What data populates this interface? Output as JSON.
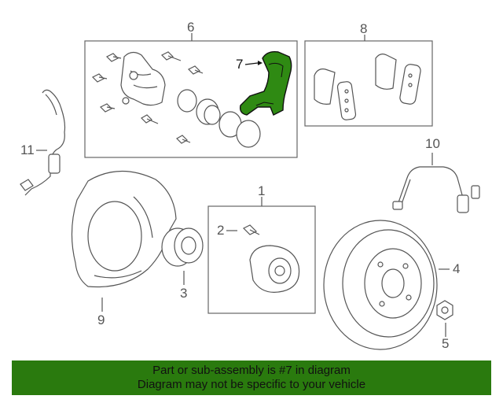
{
  "callouts": {
    "c1": "1",
    "c2": "2",
    "c3": "3",
    "c4": "4",
    "c5": "5",
    "c6": "6",
    "c7": "7",
    "c8": "8",
    "c9": "9",
    "c10": "10",
    "c11": "11"
  },
  "highlight": {
    "part_number": "7",
    "color": "#2a7a0e"
  },
  "banner": {
    "line1": "Part or sub-assembly is #7 in diagram",
    "line2": "Diagram may not be specific to your vehicle",
    "background": "#2a7a0e"
  }
}
